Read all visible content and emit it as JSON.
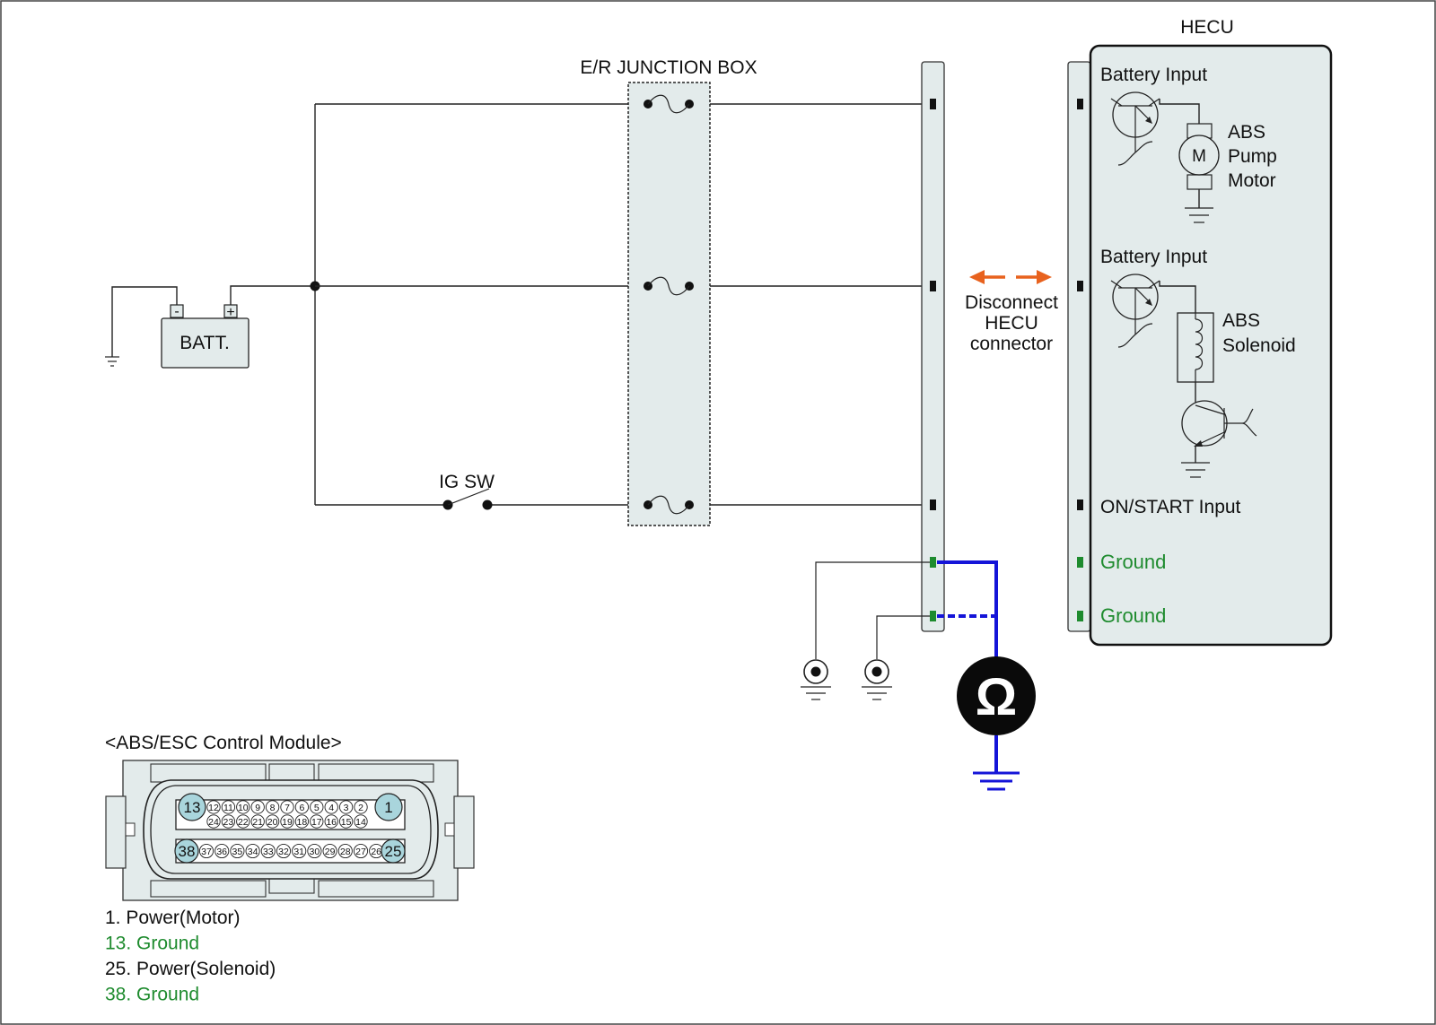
{
  "labels": {
    "hecu_title": "HECU",
    "junction_box": "E/R JUNCTION BOX",
    "battery": "BATT.",
    "battery_minus": "-",
    "battery_plus": "+",
    "ig_switch": "IG SW",
    "disconnect_line1": "Disconnect",
    "disconnect_line2": "HECU",
    "disconnect_line3": "connector",
    "ohmmeter_symbol": "Ω",
    "motor_symbol": "M"
  },
  "hecu": {
    "battery_input_1": "Battery Input",
    "pump_motor": [
      "ABS",
      "Pump",
      "Motor"
    ],
    "battery_input_2": "Battery Input",
    "solenoid": [
      "ABS",
      "Solenoid"
    ],
    "on_start_input": "ON/START Input",
    "ground_1": "Ground",
    "ground_2": "Ground"
  },
  "connector": {
    "title": "<ABS/ESC Control Module>",
    "row1_pins": [
      "13",
      "12",
      "11",
      "10",
      "9",
      "8",
      "7",
      "6",
      "5",
      "4",
      "3",
      "2",
      "1"
    ],
    "row2_pins": [
      "24",
      "23",
      "22",
      "21",
      "20",
      "19",
      "18",
      "17",
      "16",
      "15",
      "14"
    ],
    "row3_pins": [
      "38",
      "37",
      "36",
      "35",
      "34",
      "33",
      "32",
      "31",
      "30",
      "29",
      "28",
      "27",
      "26",
      "25"
    ],
    "highlight_pins": [
      "13",
      "1",
      "38",
      "25"
    ]
  },
  "legend": [
    {
      "text": "1. Power(Motor)",
      "color": "#111111"
    },
    {
      "text": "13. Ground",
      "color": "#1e8b2e"
    },
    {
      "text": "25. Power(Solenoid)",
      "color": "#111111"
    },
    {
      "text": "38. Ground",
      "color": "#1e8b2e"
    }
  ],
  "colors": {
    "panel_fill": "#e3ebeb",
    "ground_green": "#1e8b2e",
    "probe_blue": "#1414d8",
    "arrow_orange": "#e8621e",
    "pin_highlight": "#a9d5dc"
  }
}
